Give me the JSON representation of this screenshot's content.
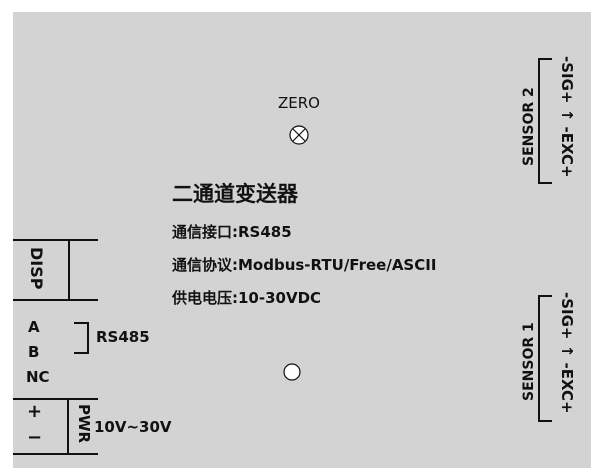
{
  "title": "二通道变送器",
  "specs": {
    "interface": "通信接口:RS485",
    "protocol": "通信协议:Modbus-RTU/Free/ASCII",
    "power": "供电电压:10-30VDC"
  },
  "zero": {
    "label": "ZERO"
  },
  "left_block": {
    "disp": "DISP",
    "terminals": [
      "A",
      "B",
      "NC"
    ],
    "rs485": "RS485",
    "plus": "+",
    "minus": "−",
    "pwr": "PWR",
    "voltage": "10V~30V"
  },
  "sensor2": {
    "name": "SENSOR 2",
    "pins": "-SIG+ ↑ -EXC+"
  },
  "sensor1": {
    "name": "SENSOR 1",
    "pins": "-SIG+ ↑ -EXC+"
  },
  "colors": {
    "panel": "#d3d3d3",
    "ink": "#111111",
    "border": "#9a9a9a"
  }
}
